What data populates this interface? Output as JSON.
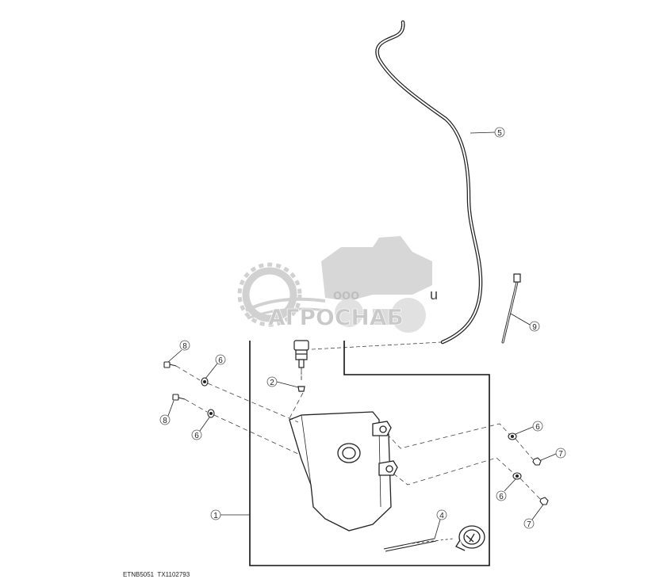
{
  "figure_id": "ETNB5051  TX1102793",
  "watermark": {
    "company_prefix": "ООО",
    "company_name": "АГРОСНАБ",
    "suffix": "u"
  },
  "callouts": [
    {
      "id": "c5",
      "label": "5"
    },
    {
      "id": "c9",
      "label": "9"
    },
    {
      "id": "c8a",
      "label": "8"
    },
    {
      "id": "c6a",
      "label": "6"
    },
    {
      "id": "c2",
      "label": "2"
    },
    {
      "id": "c8b",
      "label": "8"
    },
    {
      "id": "c6b",
      "label": "6"
    },
    {
      "id": "c1",
      "label": "1"
    },
    {
      "id": "c4",
      "label": "4"
    },
    {
      "id": "c6c",
      "label": "6"
    },
    {
      "id": "c7a",
      "label": "7"
    },
    {
      "id": "c6d",
      "label": "6"
    },
    {
      "id": "c7b",
      "label": "7"
    }
  ]
}
